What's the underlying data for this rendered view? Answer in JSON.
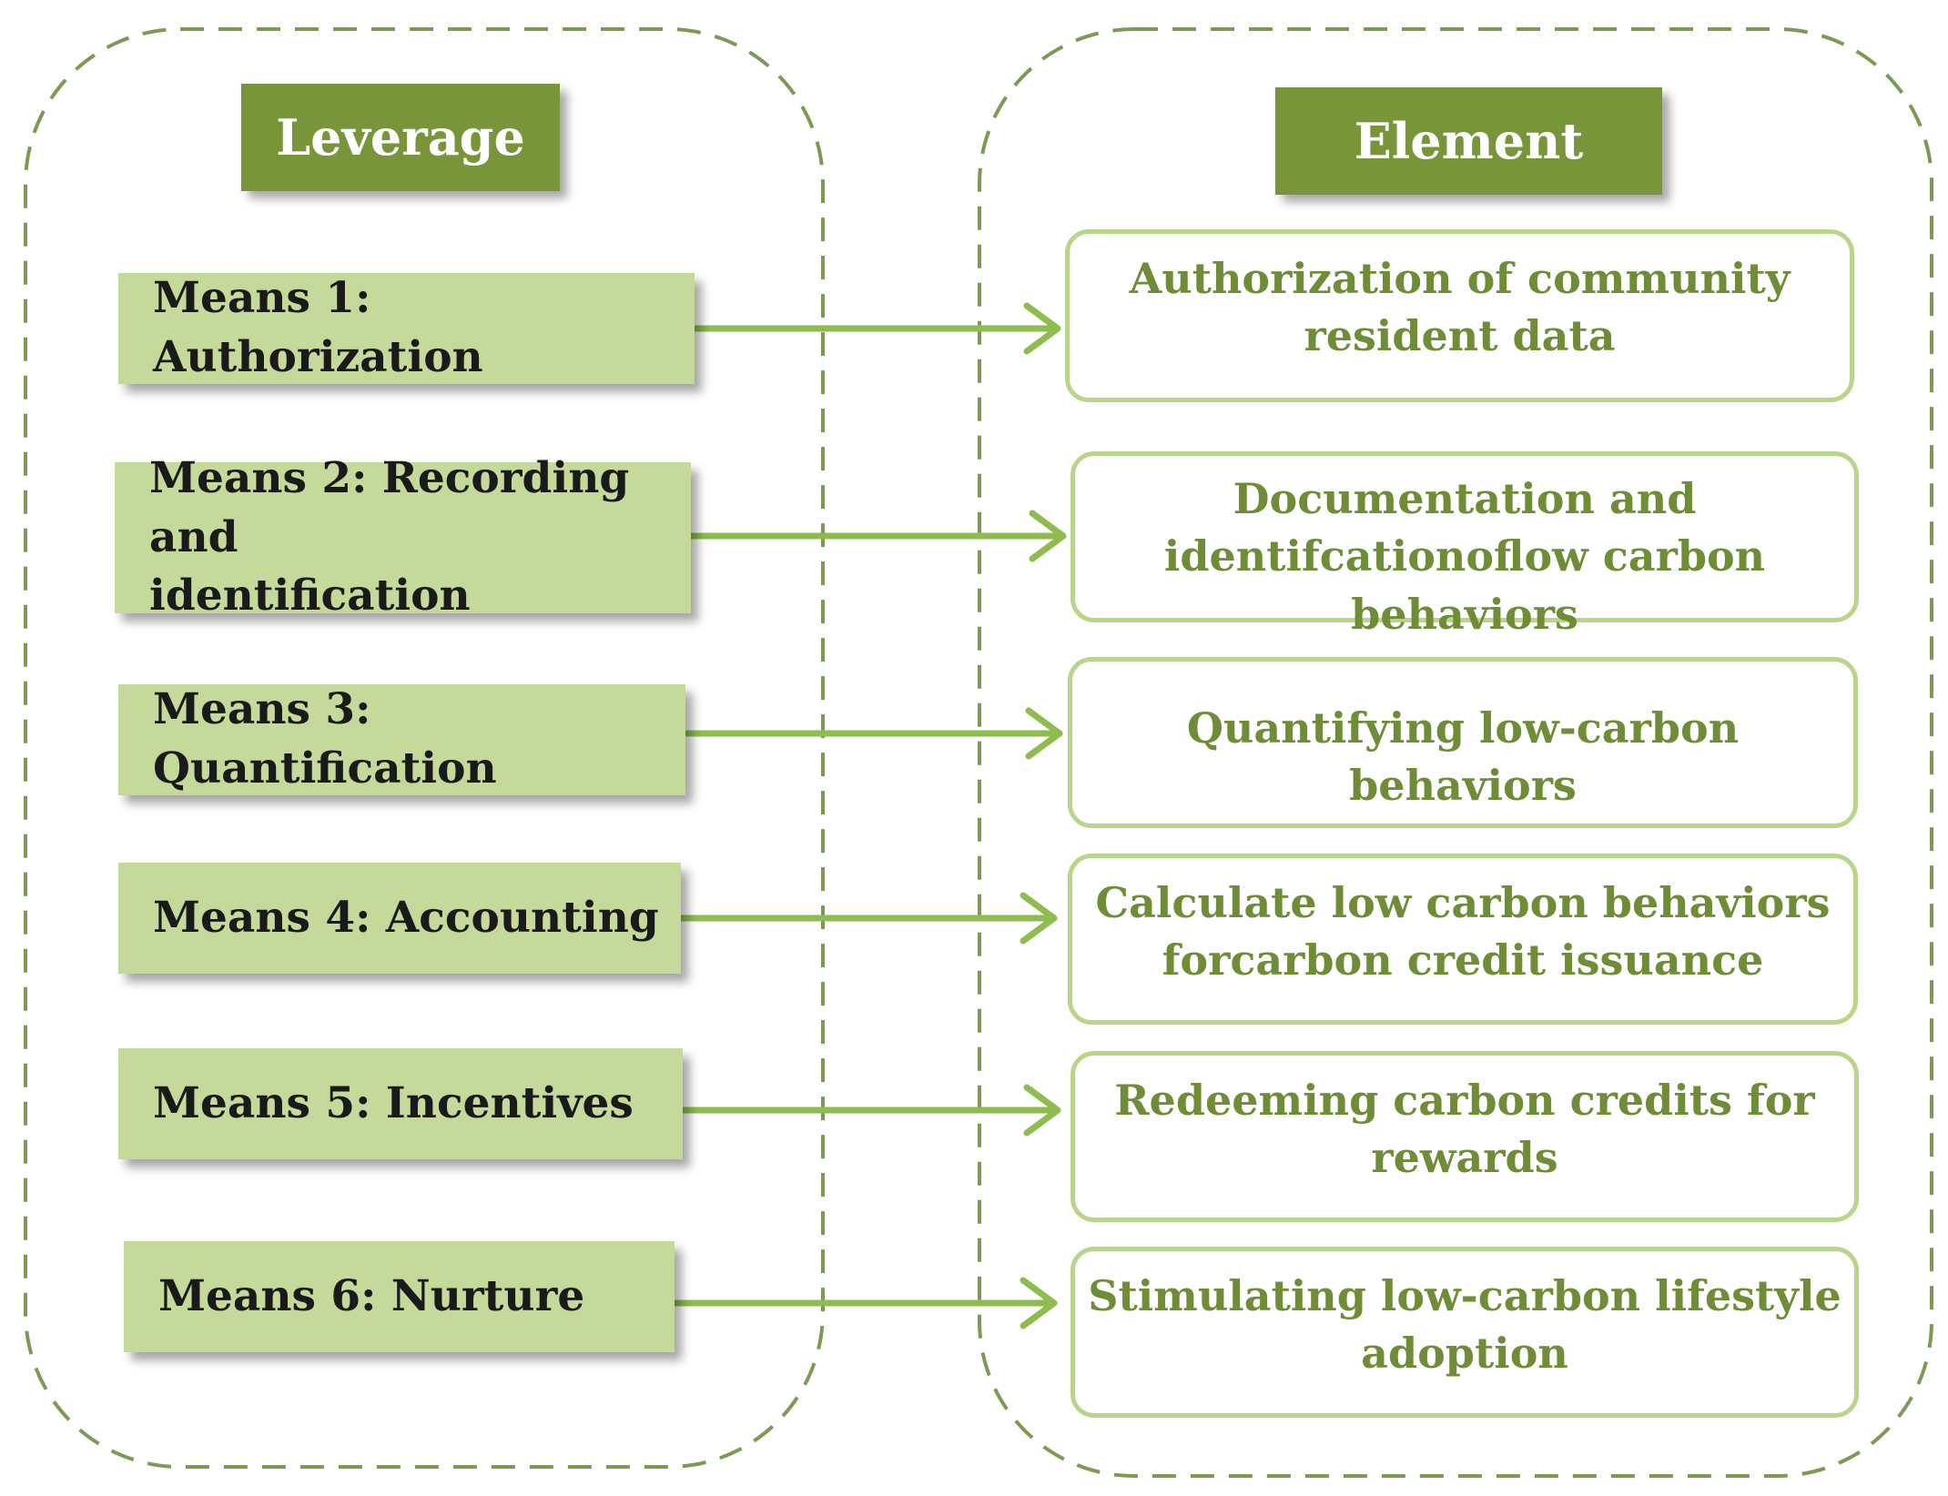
{
  "headers": {
    "left": "Leverage",
    "right": "Element"
  },
  "means": [
    {
      "lines": [
        "Means 1: Authorization"
      ]
    },
    {
      "lines": [
        "Means 2: Recording and",
        "identification"
      ]
    },
    {
      "lines": [
        "Means 3: Quantification"
      ]
    },
    {
      "lines": [
        "Means 4: Accounting"
      ]
    },
    {
      "lines": [
        "Means 5: Incentives"
      ]
    },
    {
      "lines": [
        "Means 6: Nurture"
      ]
    }
  ],
  "elements": [
    {
      "lines": [
        "Authorization of community",
        "resident data"
      ]
    },
    {
      "lines": [
        "Documentation and",
        "identifcationoflow carbon behaviors"
      ]
    },
    {
      "lines": [
        "Quantifying low-carbon behaviors"
      ]
    },
    {
      "lines": [
        "Calculate low carbon behaviors",
        "forcarbon credit issuance"
      ]
    },
    {
      "lines": [
        "Redeeming carbon credits for",
        "rewards"
      ]
    },
    {
      "lines": [
        "Stimulating low-carbon lifestyle",
        "adoption"
      ]
    }
  ],
  "colors": {
    "header_fill": "#78953a",
    "means_fill": "#c4d99a",
    "arrow": "#8ebc4e",
    "dashed_outline": "#7d9a55",
    "element_border": "#b9d58c",
    "element_text": "#6f8d36"
  }
}
